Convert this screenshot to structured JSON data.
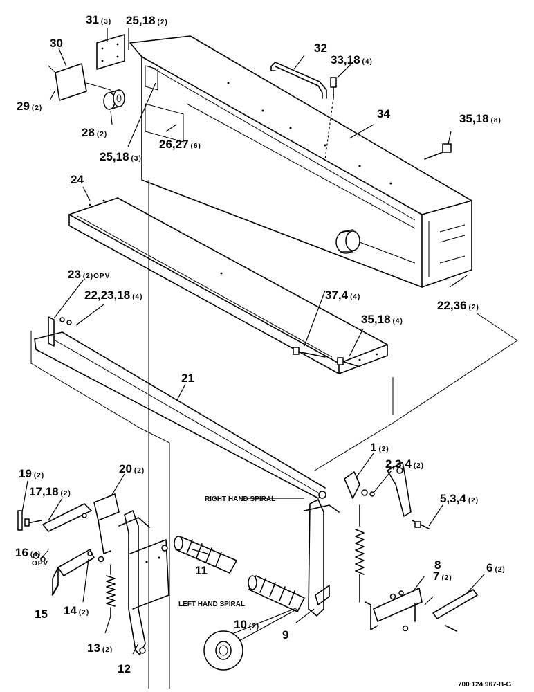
{
  "callouts": [
    {
      "id": "c31",
      "num": "31",
      "qty": "(3)"
    },
    {
      "id": "c25a",
      "num": "25,18",
      "qty": "(2)"
    },
    {
      "id": "c30",
      "num": "30",
      "qty": ""
    },
    {
      "id": "c32",
      "num": "32",
      "qty": ""
    },
    {
      "id": "c33",
      "num": "33,18",
      "qty": "(4)"
    },
    {
      "id": "c29",
      "num": "29",
      "qty": "(2)"
    },
    {
      "id": "c34",
      "num": "34",
      "qty": ""
    },
    {
      "id": "c35a",
      "num": "35,18",
      "qty": "(8)"
    },
    {
      "id": "c28",
      "num": "28",
      "qty": "(2)"
    },
    {
      "id": "c26",
      "num": "26,27",
      "qty": "(6)"
    },
    {
      "id": "c25b",
      "num": "25,18",
      "qty": "(3)"
    },
    {
      "id": "c24",
      "num": "24",
      "qty": ""
    },
    {
      "id": "c23",
      "num": "23",
      "qty": "(2)OPV"
    },
    {
      "id": "c22a",
      "num": "22,23,18",
      "qty": "(4)"
    },
    {
      "id": "c37",
      "num": "37,4",
      "qty": "(4)"
    },
    {
      "id": "c22b",
      "num": "22,36",
      "qty": "(2)"
    },
    {
      "id": "c35b",
      "num": "35,18",
      "qty": "(4)"
    },
    {
      "id": "c21",
      "num": "21",
      "qty": ""
    },
    {
      "id": "c1",
      "num": "1",
      "qty": "(2)"
    },
    {
      "id": "c19",
      "num": "19",
      "qty": "(2)"
    },
    {
      "id": "c20",
      "num": "20",
      "qty": "(2)"
    },
    {
      "id": "c2",
      "num": "2,3,4",
      "qty": "(2)"
    },
    {
      "id": "c17",
      "num": "17,18",
      "qty": "(2)"
    },
    {
      "id": "c5",
      "num": "5,3,4",
      "qty": "(2)"
    },
    {
      "id": "c16",
      "num": "16",
      "qty": "(4)"
    },
    {
      "id": "c11",
      "num": "11",
      "qty": ""
    },
    {
      "id": "c8",
      "num": "8",
      "qty": ""
    },
    {
      "id": "c6",
      "num": "6",
      "qty": "(2)"
    },
    {
      "id": "c7",
      "num": "7",
      "qty": "(2)"
    },
    {
      "id": "c15",
      "num": "15",
      "qty": ""
    },
    {
      "id": "c14",
      "num": "14",
      "qty": "(2)"
    },
    {
      "id": "c10",
      "num": "10",
      "qty": "(2)"
    },
    {
      "id": "c9",
      "num": "9",
      "qty": ""
    },
    {
      "id": "c13",
      "num": "13",
      "qty": "(2)"
    },
    {
      "id": "c12",
      "num": "12",
      "qty": ""
    }
  ],
  "texts": {
    "opv": "OPV",
    "right_spiral": "RIGHT HAND SPIRAL",
    "left_spiral": "LEFT HAND SPIRAL",
    "drawing_number": "700 124 967-B-G"
  }
}
